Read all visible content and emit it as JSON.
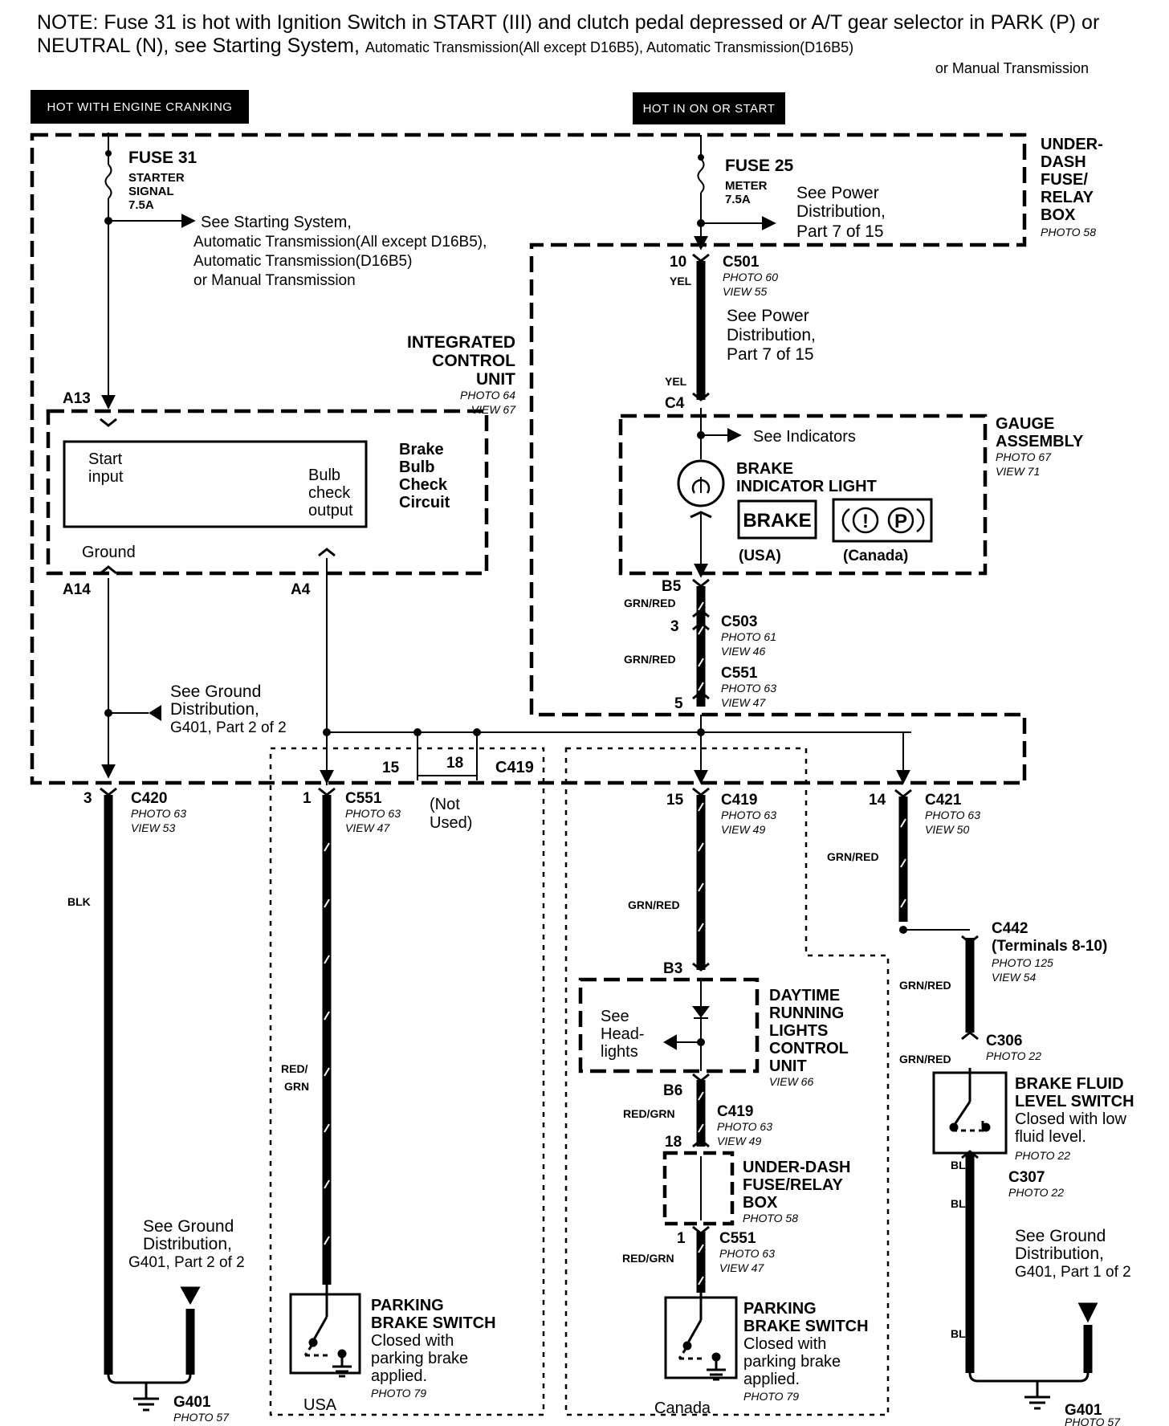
{
  "note": {
    "main": "NOTE: Fuse 31 is hot with Ignition Switch in START (III) and clutch pedal depressed or A/T gear selector in PARK (P) or NEUTRAL (N), see Starting System,",
    "tail1": "Automatic Transmission(All except D16B5), Automatic Transmission(D16B5)",
    "tail2": "or Manual Transmission"
  },
  "headers": {
    "left": "HOT WITH ENGINE CRANKING",
    "right": "HOT IN ON OR START"
  },
  "underdash_box": {
    "l1": "UNDER-",
    "l2": "DASH",
    "l3": "FUSE/",
    "l4": "RELAY",
    "l5": "BOX",
    "photo": "PHOTO 58"
  },
  "fuse31": {
    "name": "FUSE  31",
    "l1": "STARTER",
    "l2": "SIGNAL",
    "l3": "7.5A",
    "see1": "See Starting System,",
    "see2": "Automatic Transmission(All except D16B5),",
    "see3": "Automatic Transmission(D16B5)",
    "see4": "or Manual Transmission"
  },
  "fuse25": {
    "name": "FUSE 25",
    "l1": "METER",
    "l2": "7.5A",
    "see1": "See Power",
    "see2": "Distribution,",
    "see3": "Part 7 of 15"
  },
  "c501": {
    "pin": "10",
    "wire": "YEL",
    "name": "C501",
    "photo": "PHOTO 60",
    "view": "VIEW 55"
  },
  "powerdist2": {
    "l1": "See Power",
    "l2": "Distribution,",
    "l3": "Part 7 of 15"
  },
  "c4": {
    "wire": "YEL",
    "pin": "C4"
  },
  "icu": {
    "l1": "INTEGRATED",
    "l2": "CONTROL",
    "l3": "UNIT",
    "photo": "PHOTO 64",
    "view": "VIEW 67",
    "pin_a13": "A13",
    "pin_a14": "A14",
    "pin_a4": "A4",
    "start1": "Start",
    "start2": "input",
    "bulb1": "Bulb",
    "bulb2": "check",
    "bulb3": "output",
    "bbc1": "Brake",
    "bbc2": "Bulb",
    "bbc3": "Check",
    "bbc4": "Circuit",
    "ground": "Ground"
  },
  "gauge": {
    "l1": "GAUGE",
    "l2": "ASSEMBLY",
    "photo": "PHOTO 67",
    "view": "VIEW 71",
    "see": "See Indicators",
    "light1": "BRAKE",
    "light2": "INDICATOR LIGHT",
    "usa_badge": "BRAKE",
    "usa": "(USA)",
    "canada": "(Canada)",
    "canada_badge_1": "!",
    "canada_badge_2": "P"
  },
  "b5": {
    "pin": "B5",
    "wire": "GRN/RED"
  },
  "c503": {
    "pin": "3",
    "name": "C503",
    "photo": "PHOTO 61",
    "view": "VIEW 46",
    "wire": "GRN/RED"
  },
  "c551_top": {
    "name": "C551",
    "photo": "PHOTO 63",
    "view": "VIEW 47",
    "pin": "5"
  },
  "ground_top": {
    "l1": "See Ground",
    "l2": "Distribution,",
    "l3": "G401, Part 2 of 2"
  },
  "c419_top": {
    "p15": "15",
    "p18": "18",
    "name": "C419",
    "nu1": "(Not",
    "nu2": "Used)"
  },
  "c420": {
    "pin": "3",
    "name": "C420",
    "photo": "PHOTO 63",
    "view": "VIEW 53",
    "wire": "BLK"
  },
  "c551_usa": {
    "pin": "1",
    "name": "C551",
    "photo": "PHOTO 63",
    "view": "VIEW 47",
    "wire1": "RED/",
    "wire2": "GRN"
  },
  "c419_can": {
    "pin": "15",
    "name": "C419",
    "photo": "PHOTO 63",
    "view": "VIEW 49",
    "wire": "GRN/RED"
  },
  "c421": {
    "pin": "14",
    "name": "C421",
    "photo": "PHOTO 63",
    "view": "VIEW 50",
    "wire": "GRN/RED"
  },
  "drl": {
    "pin_b3": "B3",
    "pin_b6": "B6",
    "l1": "DAYTIME",
    "l2": "RUNNING",
    "l3": "LIGHTS",
    "l4": "CONTROL",
    "l5": "UNIT",
    "view": "VIEW 66",
    "see1": "See",
    "see2": "Head-",
    "see3": "lights"
  },
  "c419_low": {
    "wire": "RED/GRN",
    "name": "C419",
    "photo": "PHOTO 63",
    "view": "VIEW 49",
    "pin": "18"
  },
  "underdash2": {
    "l1": "UNDER-DASH",
    "l2": "FUSE/RELAY",
    "l3": "BOX",
    "photo": "PHOTO 58"
  },
  "c551_can": {
    "pin": "1",
    "name": "C551",
    "photo": "PHOTO 63",
    "view": "VIEW 47",
    "wire": "RED/GRN"
  },
  "c442": {
    "name": "C442",
    "terms": "(Terminals 8-10)",
    "photo": "PHOTO 125",
    "view": "VIEW 54",
    "wire": "GRN/RED"
  },
  "c306": {
    "name": "C306",
    "photo": "PHOTO 22",
    "wire": "GRN/RED"
  },
  "fluid_switch": {
    "l1": "BRAKE FLUID",
    "l2": "LEVEL SWITCH",
    "l3": "Closed with low",
    "l4": "fluid level.",
    "photo": "PHOTO 22"
  },
  "c307": {
    "wire_top": "BLK",
    "name": "C307",
    "photo": "PHOTO 22",
    "wire_bot": "BLK"
  },
  "ground_right": {
    "l1": "See Ground",
    "l2": "Distribution,",
    "l3": "G401, Part 1 of 2",
    "wire": "BLK",
    "name": "G401",
    "photo": "PHOTO 57"
  },
  "ground_left": {
    "l1": "See Ground",
    "l2": "Distribution,",
    "l3": "G401, Part 2 of 2",
    "name": "G401",
    "photo": "PHOTO 57"
  },
  "pbs_usa": {
    "l1": "PARKING",
    "l2": "BRAKE SWITCH",
    "l3": "Closed with",
    "l4": "parking brake",
    "l5": "applied.",
    "photo": "PHOTO 79",
    "region": "USA"
  },
  "pbs_can": {
    "l1": "PARKING",
    "l2": "BRAKE SWITCH",
    "l3": "Closed with",
    "l4": "parking brake",
    "l5": "applied.",
    "photo": "PHOTO 79",
    "region": "Canada"
  }
}
